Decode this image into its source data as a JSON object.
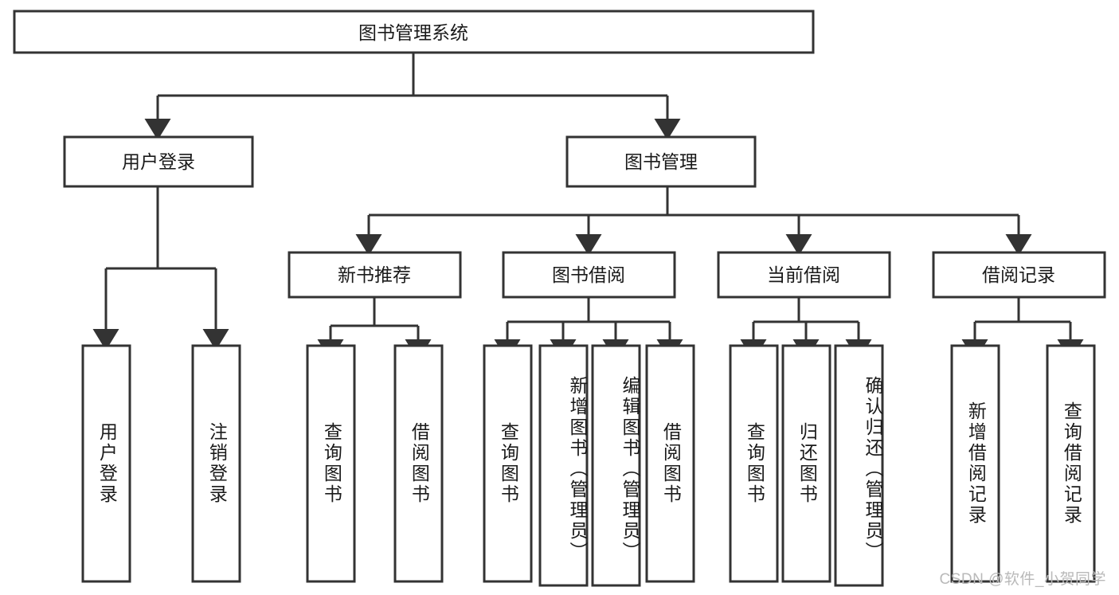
{
  "diagram": {
    "title": "图书管理系统",
    "watermark": "CSDN @软件_小贺同学",
    "colors": {
      "stroke": "#333333",
      "fill": "#ffffff",
      "text": "#1a1a1a",
      "watermark": "#b9b9b9"
    },
    "root": {
      "label": "图书管理系统"
    },
    "level2": [
      {
        "label": "用户登录"
      },
      {
        "label": "图书管理"
      }
    ],
    "level3": [
      {
        "label": "新书推荐"
      },
      {
        "label": "图书借阅"
      },
      {
        "label": "当前借阅"
      },
      {
        "label": "借阅记录"
      }
    ],
    "leaves": {
      "user_login": [
        {
          "label": "用户登录"
        },
        {
          "label": "注销登录"
        }
      ],
      "new_book": [
        {
          "label": "查询图书"
        },
        {
          "label": "借阅图书"
        }
      ],
      "book_borrow": [
        {
          "label": "查询图书"
        },
        {
          "label": "新增图书（管理员）"
        },
        {
          "label": "编辑图书（管理员）"
        },
        {
          "label": "借阅图书"
        }
      ],
      "current_borrow": [
        {
          "label": "查询图书"
        },
        {
          "label": "归还图书"
        },
        {
          "label": "确认归还（管理员）"
        }
      ],
      "borrow_record": [
        {
          "label": "新增借阅记录"
        },
        {
          "label": "查询借阅记录"
        }
      ]
    }
  },
  "chart_data": {
    "type": "diagram",
    "title": "图书管理系统",
    "nodes": [
      "图书管理系统",
      "用户登录",
      "图书管理",
      "新书推荐",
      "图书借阅",
      "当前借阅",
      "借阅记录",
      "用户登录",
      "注销登录",
      "查询图书",
      "借阅图书",
      "新增图书（管理员）",
      "编辑图书（管理员）",
      "归还图书",
      "确认归还（管理员）",
      "新增借阅记录",
      "查询借阅记录"
    ]
  }
}
